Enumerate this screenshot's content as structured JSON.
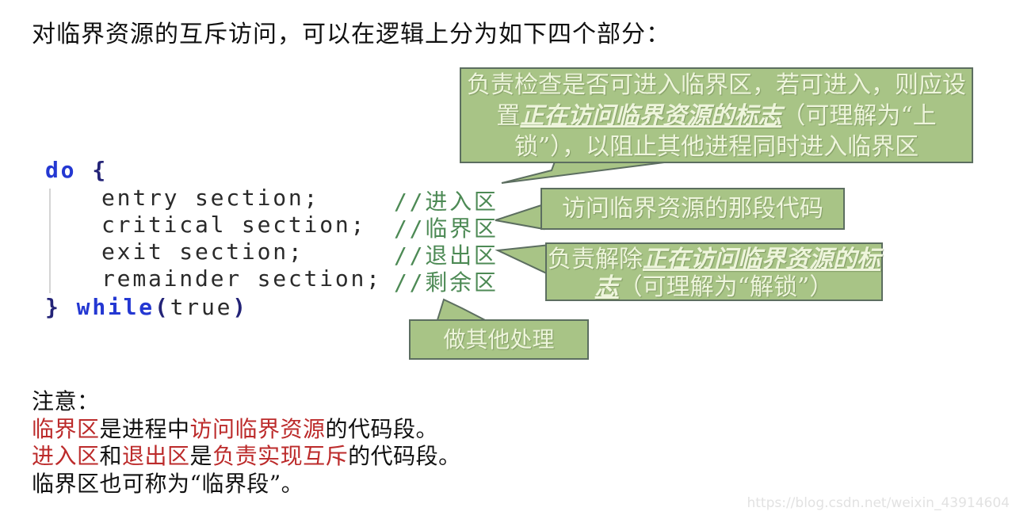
{
  "title": "对临界资源的互斥访问，可以在逻辑上分为如下四个部分：",
  "colors": {
    "callout_fill": "#a8c486",
    "callout_border": "#5c6e60",
    "callout_text": "#eef5dc",
    "keyword_blue": "#2438d2",
    "brace_navy": "#232377",
    "comment_green": "#4d8a55",
    "code_text": "#2a2a2a",
    "note_red": "#bc2b2b",
    "watermark_gray": "#e2e2e2"
  },
  "code": {
    "line_do": {
      "keyword": "do",
      "brace": "{"
    },
    "lines": [
      {
        "code": "entry section;",
        "comment": "//进入区"
      },
      {
        "code": "critical section;",
        "comment": "//临界区"
      },
      {
        "code": "exit section;",
        "comment": "//退出区"
      },
      {
        "code": "remainder section;",
        "comment": "//剩余区"
      }
    ],
    "line_while": {
      "brace": "}",
      "keyword": "while",
      "paren_open": "(",
      "arg": "true",
      "paren_close": ")"
    }
  },
  "callouts": {
    "entry": {
      "pre": "负责检查是否可进入临界区，若可进入，则应设置",
      "emphasis": "正在访问临界资源的标志",
      "post": "（可理解为“上锁”），以阻止其他进程同时进入临界区"
    },
    "critical": {
      "text": "访问临界资源的那段代码"
    },
    "exit": {
      "pre": "负责解除",
      "emphasis": "正在访问临界资源的标志",
      "post": "（可理解为“解锁”）"
    },
    "remainder": {
      "text": "做其他处理"
    }
  },
  "notes": {
    "heading": "注意：",
    "line1": {
      "seg0": "临界区",
      "seg1": "是进程中",
      "seg2": "访问临界资源",
      "seg3": "的代码段。"
    },
    "line2": {
      "seg0": "进入区",
      "seg1": "和",
      "seg2": "退出区",
      "seg3": "是",
      "seg4": "负责实现互斥",
      "seg5": "的代码段。"
    },
    "line3": "临界区也可称为“临界段”。"
  },
  "watermark": "https://blog.csdn.net/weixin_43914604"
}
